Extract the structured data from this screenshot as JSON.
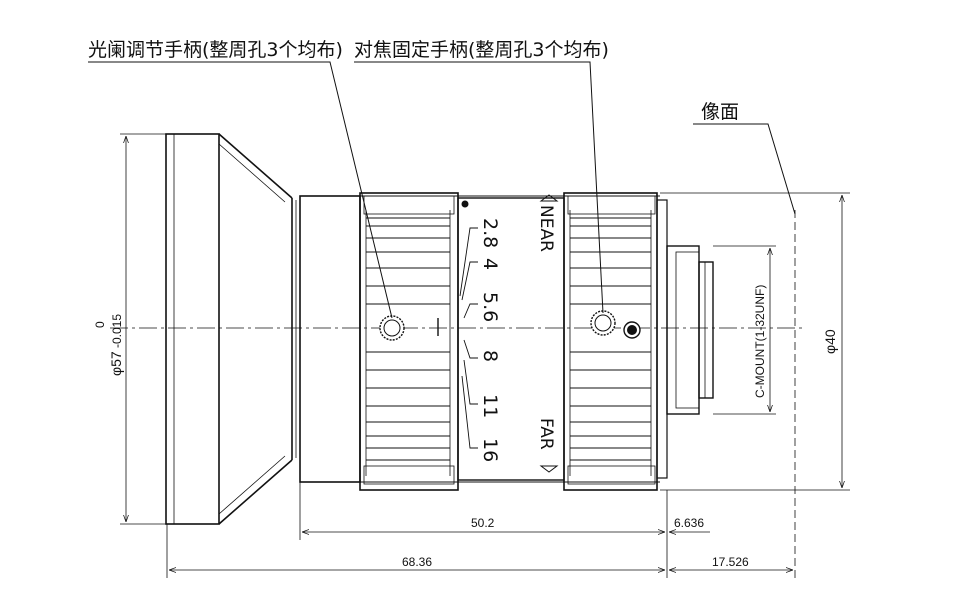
{
  "labels": {
    "aperture_handle": "光阑调节手柄(整周孔3个均布)",
    "focus_handle": "对焦固定手柄(整周孔3个均布)",
    "image_plane": "像面",
    "near": "NEAR",
    "far": "FAR",
    "mount": "C-MOUNT(1-32UNF)"
  },
  "aperture_scale": [
    "2.8",
    "4",
    "5.6",
    "8",
    "11",
    "16"
  ],
  "dimensions": {
    "diameter_front_main": "φ57",
    "diameter_front_tol_upper": "0",
    "diameter_front_tol_lower": "-0.015",
    "diameter_rear": "φ40",
    "length_body": "50.2",
    "flange": "6.636",
    "length_total": "68.36",
    "back_focus": "17.526"
  },
  "colors": {
    "line": "#111111",
    "background": "#ffffff"
  }
}
